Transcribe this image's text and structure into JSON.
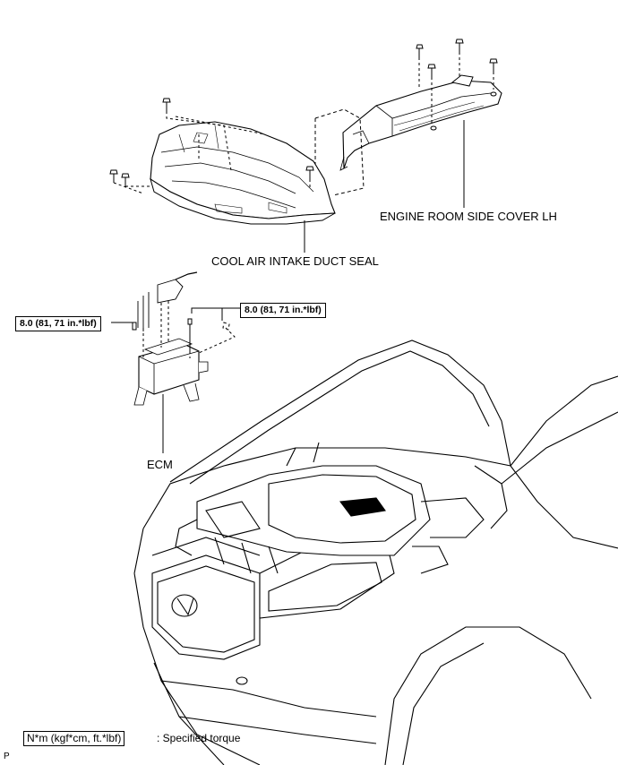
{
  "labels": {
    "engine_room_side_cover": "ENGINE ROOM SIDE COVER LH",
    "cool_air_intake_duct_seal": "COOL AIR INTAKE DUCT SEAL",
    "ecm": "ECM"
  },
  "torque": {
    "left": "8.0 (81, 71 in.*lbf)",
    "right": "8.0 (81, 71 in.*lbf)"
  },
  "legend": {
    "unit_box": "N*m (kgf*cm, ft.*lbf)",
    "description": ": Specified torque"
  },
  "figure_id": "P"
}
